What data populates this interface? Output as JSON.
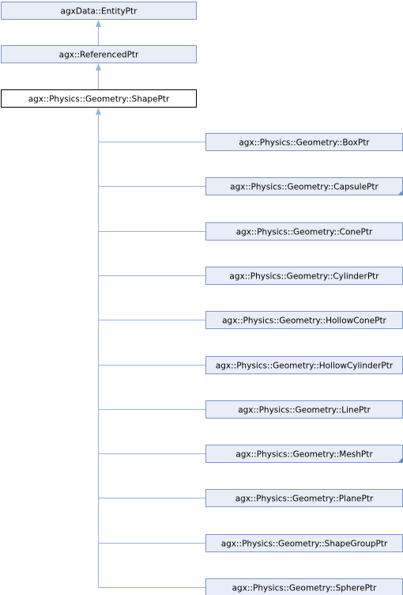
{
  "diagram": {
    "ancestors": [
      {
        "label": "agxData::EntityPtr"
      },
      {
        "label": "agx::ReferencedPtr"
      }
    ],
    "current": {
      "label": "agx::Physics::Geometry::ShapePtr"
    },
    "children": [
      {
        "label": "agx::Physics::Geometry::BoxPtr",
        "has_more": false
      },
      {
        "label": "agx::Physics::Geometry::CapsulePtr",
        "has_more": true
      },
      {
        "label": "agx::Physics::Geometry::ConePtr",
        "has_more": false
      },
      {
        "label": "agx::Physics::Geometry::CylinderPtr",
        "has_more": false
      },
      {
        "label": "agx::Physics::Geometry::HollowConePtr",
        "has_more": false
      },
      {
        "label": "agx::Physics::Geometry::HollowCylinderPtr",
        "has_more": false
      },
      {
        "label": "agx::Physics::Geometry::LinePtr",
        "has_more": false
      },
      {
        "label": "agx::Physics::Geometry::MeshPtr",
        "has_more": true
      },
      {
        "label": "agx::Physics::Geometry::PlanePtr",
        "has_more": false
      },
      {
        "label": "agx::Physics::Geometry::ShapeGroupPtr",
        "has_more": false
      },
      {
        "label": "agx::Physics::Geometry::SpherePtr",
        "has_more": false
      }
    ]
  }
}
